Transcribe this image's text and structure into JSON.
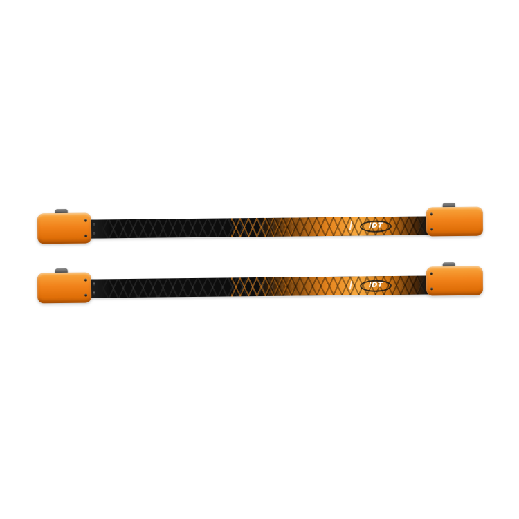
{
  "image": {
    "description": "Pair of rollerskis with orange bumpers on white background",
    "background": "#FFFFFF"
  },
  "brand": {
    "name": "IDT"
  },
  "colors": {
    "bumper_orange": "#F1821A",
    "shaft_black": "#0D0D0D",
    "glow_orange": "#F8AA40",
    "logo_text": "#FFFFFF"
  },
  "skis": [
    {
      "id": "ski-top"
    },
    {
      "id": "ski-bottom"
    }
  ]
}
